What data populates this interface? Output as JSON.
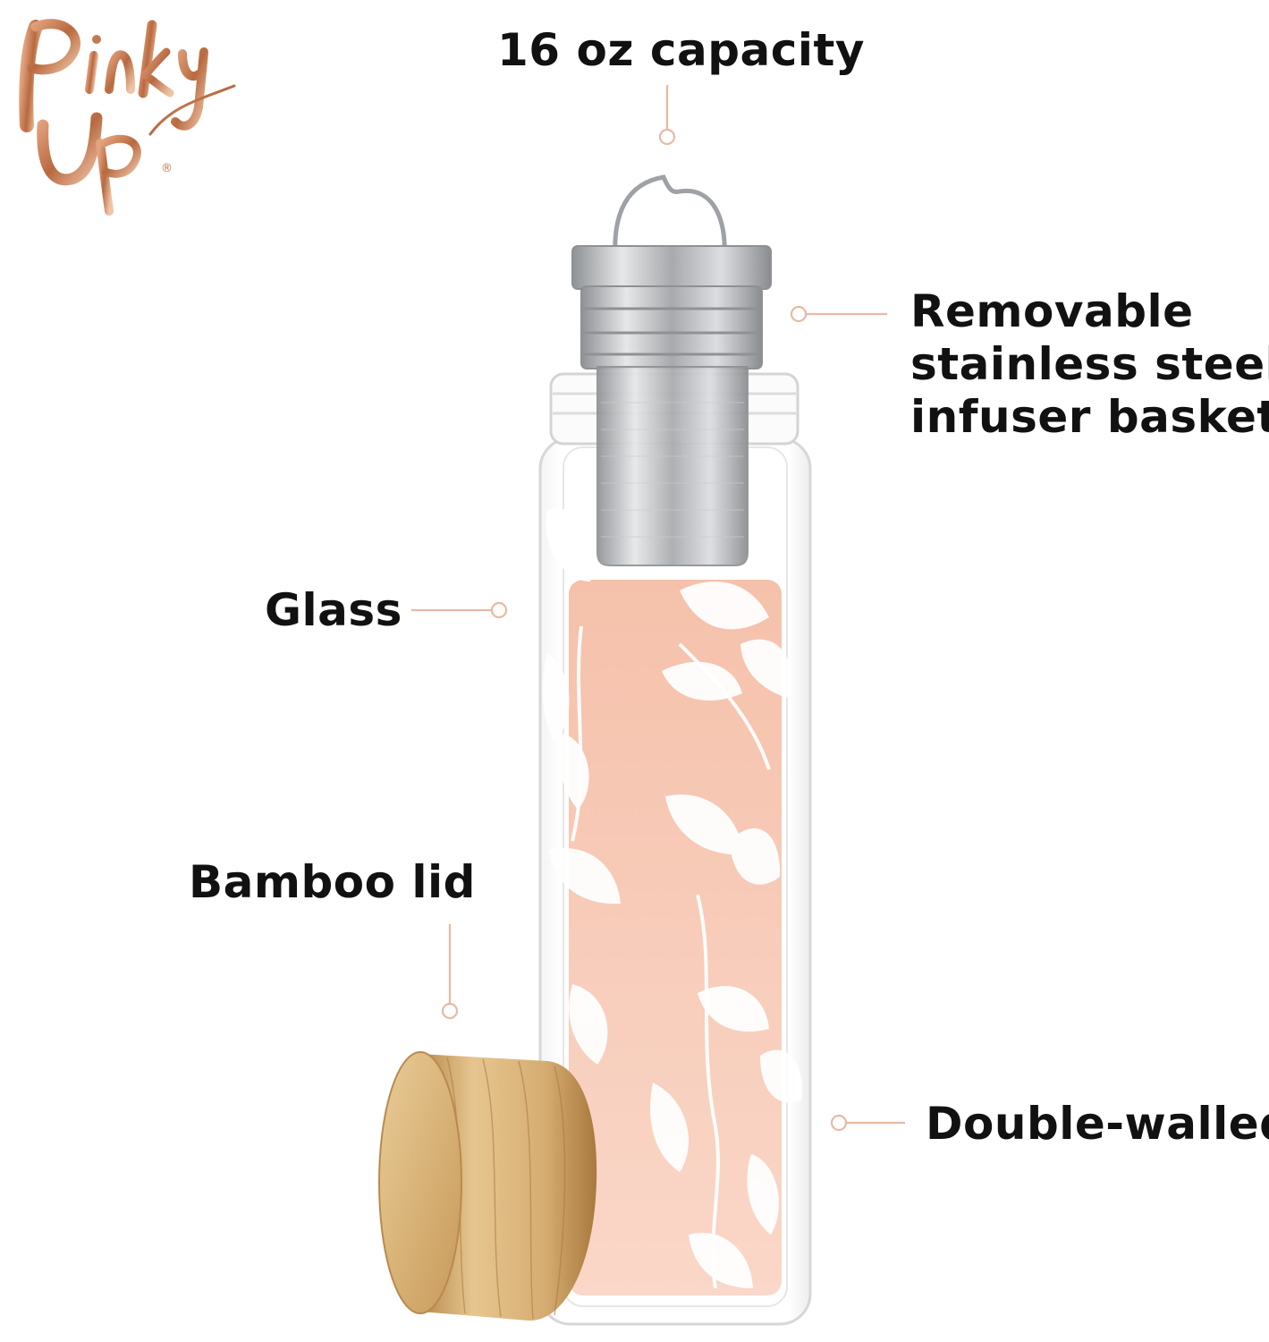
{
  "brand": {
    "logo_text": "Pinky Up",
    "registered_mark": "®"
  },
  "callouts": {
    "capacity": "16 oz capacity",
    "infuser_lines": [
      "Removable",
      "stainless steel",
      "infuser basket"
    ],
    "glass": "Glass",
    "lid": "Bamboo lid",
    "double_walled": "Double-walled"
  },
  "colors": {
    "label_text": "#111111",
    "callout_line": "#e8b9a4",
    "logo_copper": "#c07a52",
    "tea": "#f7c9b6",
    "bamboo": "#d9b47c",
    "steel": "#b8babd"
  },
  "icons": {
    "logo": "pinky-up-script-logo",
    "bottle": "glass-tea-bottle-illustration",
    "lid": "bamboo-lid-illustration"
  }
}
